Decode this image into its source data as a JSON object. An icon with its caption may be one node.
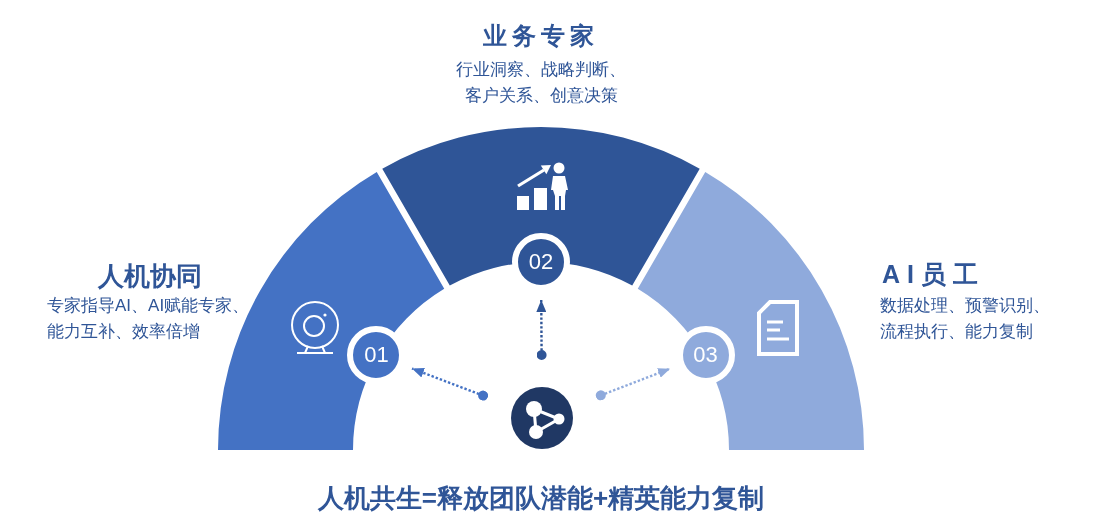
{
  "diagram": {
    "caption": "人机共生=释放团队潜能+精英能力复制",
    "nodes": [
      {
        "text": [
          "01"
        ]
      },
      {
        "text": [
          "02"
        ]
      },
      {
        "text": [
          "03"
        ]
      },
      {
        "text": [],
        "shape": "circle"
      }
    ],
    "edges": [
      {
        "from": 3,
        "to": 0,
        "arrow": "to",
        "style": "dashed",
        "color": "#4472c4"
      },
      {
        "from": 3,
        "to": 1,
        "arrow": "to",
        "style": "dashed",
        "color": "#2f5597"
      },
      {
        "from": 3,
        "to": 2,
        "arrow": "to",
        "style": "dashed",
        "color": "#8faadc"
      }
    ],
    "labels": [
      "业务专家",
      "行业洞察、战略判断、客户关系、创意决策",
      "人机协同",
      "专家指导AI、AI赋能专家、能力互补、效率倍增",
      "AI员工",
      "数据处理、预警识别、流程执行、能力复制"
    ]
  }
}
